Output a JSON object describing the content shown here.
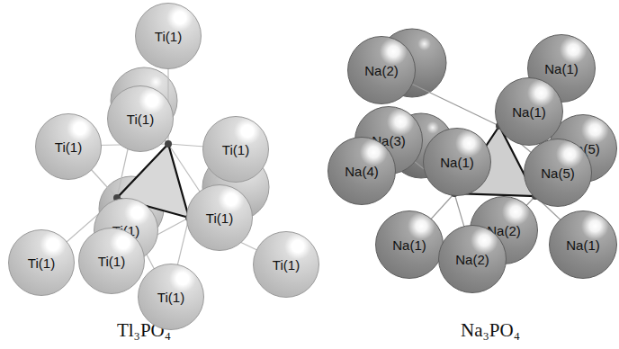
{
  "diagram": {
    "nodes": [
      {
        "text": [
          "Ti(1)"
        ]
      },
      {
        "text": [
          "Ti(1)"
        ]
      },
      {
        "text": [
          "Ti(1)"
        ]
      },
      {
        "text": [
          "Ti(1)"
        ]
      },
      {
        "text": [
          "Ti(1)"
        ]
      },
      {
        "text": [
          "Ti(1)"
        ]
      },
      {
        "text": [
          "Ti(1)"
        ]
      },
      {
        "text": [
          "Ti(1)"
        ]
      },
      {
        "text": [
          "Ti(1)"
        ]
      },
      {
        "text": [
          "Ti(1)"
        ]
      },
      {
        "text": [
          "Na(2)"
        ]
      },
      {
        "text": [
          "Na(1)"
        ]
      },
      {
        "text": [
          "Na(1)"
        ]
      },
      {
        "text": [
          "Na(3)"
        ]
      },
      {
        "text": [
          "Na(4)"
        ]
      },
      {
        "text": [
          "Na(1)"
        ]
      },
      {
        "text": [
          "Na(5)"
        ]
      },
      {
        "text": [
          "Na(5)"
        ]
      },
      {
        "text": [
          "Na(2)"
        ]
      },
      {
        "text": [
          "Na(1)"
        ]
      },
      {
        "text": [
          "Na(2)"
        ]
      },
      {
        "text": [
          "Na(1)"
        ]
      }
    ],
    "labels": [
      "Tl₃PO₄",
      "Na₃PO₄"
    ]
  }
}
